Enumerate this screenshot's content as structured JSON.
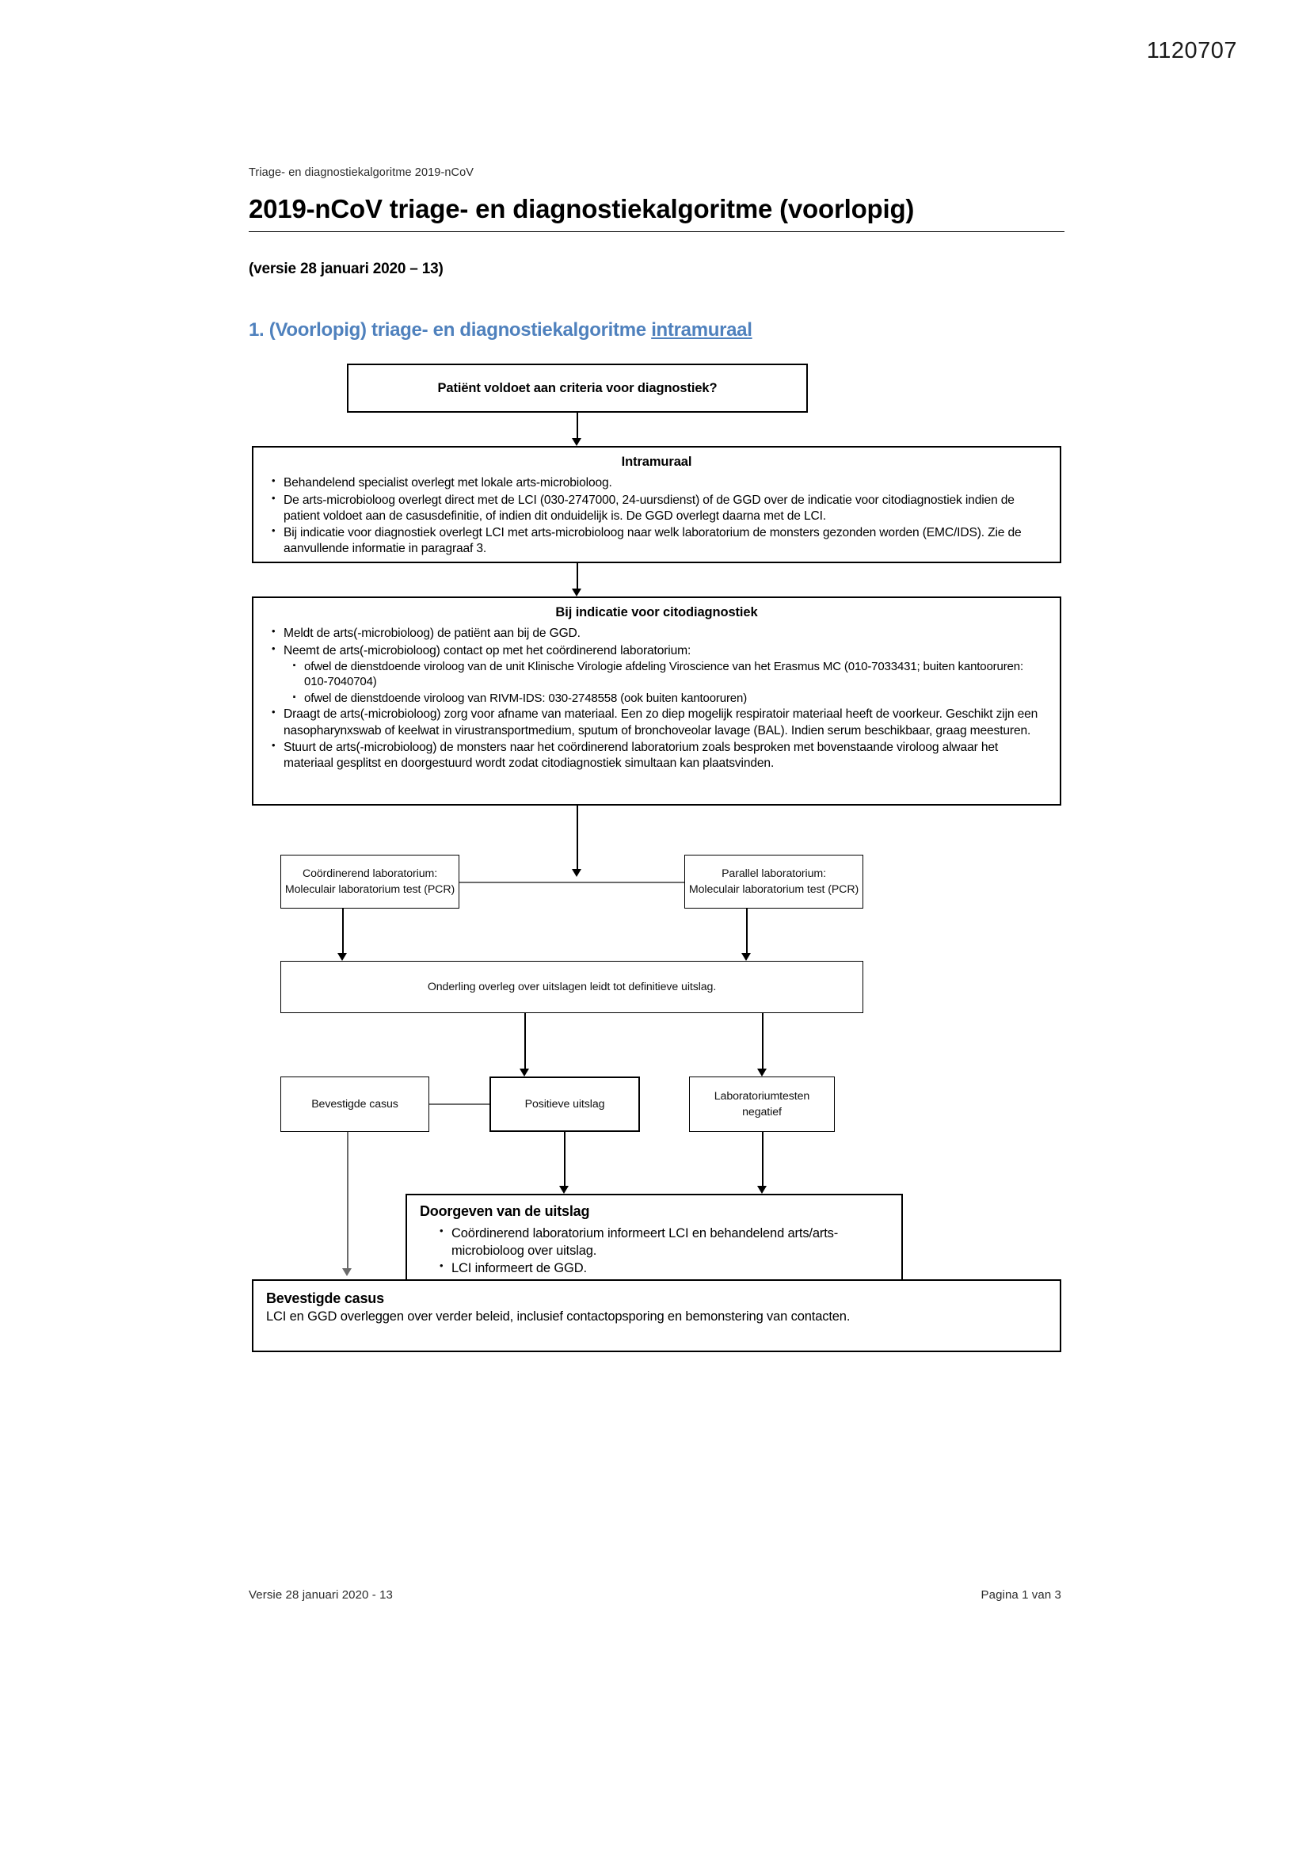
{
  "corner_id": "1120707",
  "running_head": "Triage- en diagnostiekalgoritme 2019-nCoV",
  "title": "2019-nCoV triage- en diagnostiekalgoritme (voorlopig)",
  "version_line": "(versie 28 januari 2020 – 13)",
  "section": {
    "lead": "1. (Voorlopig) triage- en diagnostiekalgoritme ",
    "emph": "intramuraal"
  },
  "flow": {
    "criteria_box": {
      "title": "Patiënt voldoet aan criteria voor diagnostiek?"
    },
    "intramuraal_box": {
      "title": "Intramuraal",
      "bullets": [
        "Behandelend specialist overlegt met lokale arts-microbioloog.",
        "De arts-microbioloog overlegt direct met de LCI (030-2747000, 24-uursdienst) of de GGD over de indicatie voor citodiagnostiek indien de patient voldoet aan de casusdefinitie, of indien dit onduidelijk is. De GGD overlegt daarna met de LCI.",
        "Bij indicatie voor diagnostiek overlegt LCI met arts-microbioloog naar welk laboratorium de monsters gezonden worden (EMC/IDS). Zie de aanvullende informatie in paragraaf 3."
      ]
    },
    "cito_box": {
      "title": "Bij indicatie voor citodiagnostiek",
      "bullets": [
        {
          "text": "Meldt de arts(-microbioloog) de patiënt aan bij de GGD."
        },
        {
          "text": "Neemt de arts(-microbioloog) contact op met het coördinerend laboratorium:",
          "sub": [
            "ofwel de dienstdoende viroloog van de unit Klinische Virologie afdeling Viroscience van het Erasmus MC (010-7033431; buiten kantooruren: 010-7040704)",
            "ofwel de dienstdoende viroloog van RIVM-IDS: 030-2748558 (ook buiten kantooruren)"
          ]
        },
        {
          "text": "Draagt de arts(-microbioloog) zorg voor afname van materiaal. Een zo diep mogelijk respiratoir materiaal heeft de voorkeur. Geschikt zijn een nasopharynxswab of keelwat in virustransportmedium, sputum of bronchoveolar lavage (BAL). Indien serum beschikbaar, graag meesturen."
        },
        {
          "text": "Stuurt de arts(-microbioloog) de monsters naar het coördinerend laboratorium zoals besproken met bovenstaande viroloog alwaar het materiaal gesplitst en doorgestuurd wordt zodat citodiagnostiek simultaan kan plaatsvinden."
        }
      ]
    },
    "coord_lab_box": {
      "line1": "Coördinerend laboratorium:",
      "line2": "Moleculair laboratorium test (PCR)"
    },
    "parallel_lab_box": {
      "line1": "Parallel laboratorium:",
      "line2": "Moleculair laboratorium test (PCR)"
    },
    "overleg_box": {
      "text": "Onderling overleg over uitslagen leidt tot definitieve uitslag."
    },
    "bevestigde_small_box": {
      "text": "Bevestigde casus"
    },
    "positieve_box": {
      "text": "Positieve uitslag"
    },
    "negatief_box": {
      "line1": "Laboratoriumtesten",
      "line2": "negatief"
    },
    "doorgeven_box": {
      "title": "Doorgeven van de uitslag",
      "bullets": [
        "Coördinerend laboratorium informeert LCI en behandelend arts/arts-microbioloog over uitslag.",
        "LCI informeert de GGD."
      ]
    },
    "bevestigde_final_box": {
      "title": "Bevestigde casus",
      "text": "LCI en GGD overleggen over verder beleid, inclusief contactopsporing en bemonstering van contacten."
    }
  },
  "footer": {
    "left": "Versie 28 januari 2020 - 13",
    "right": "Pagina 1 van 3"
  }
}
